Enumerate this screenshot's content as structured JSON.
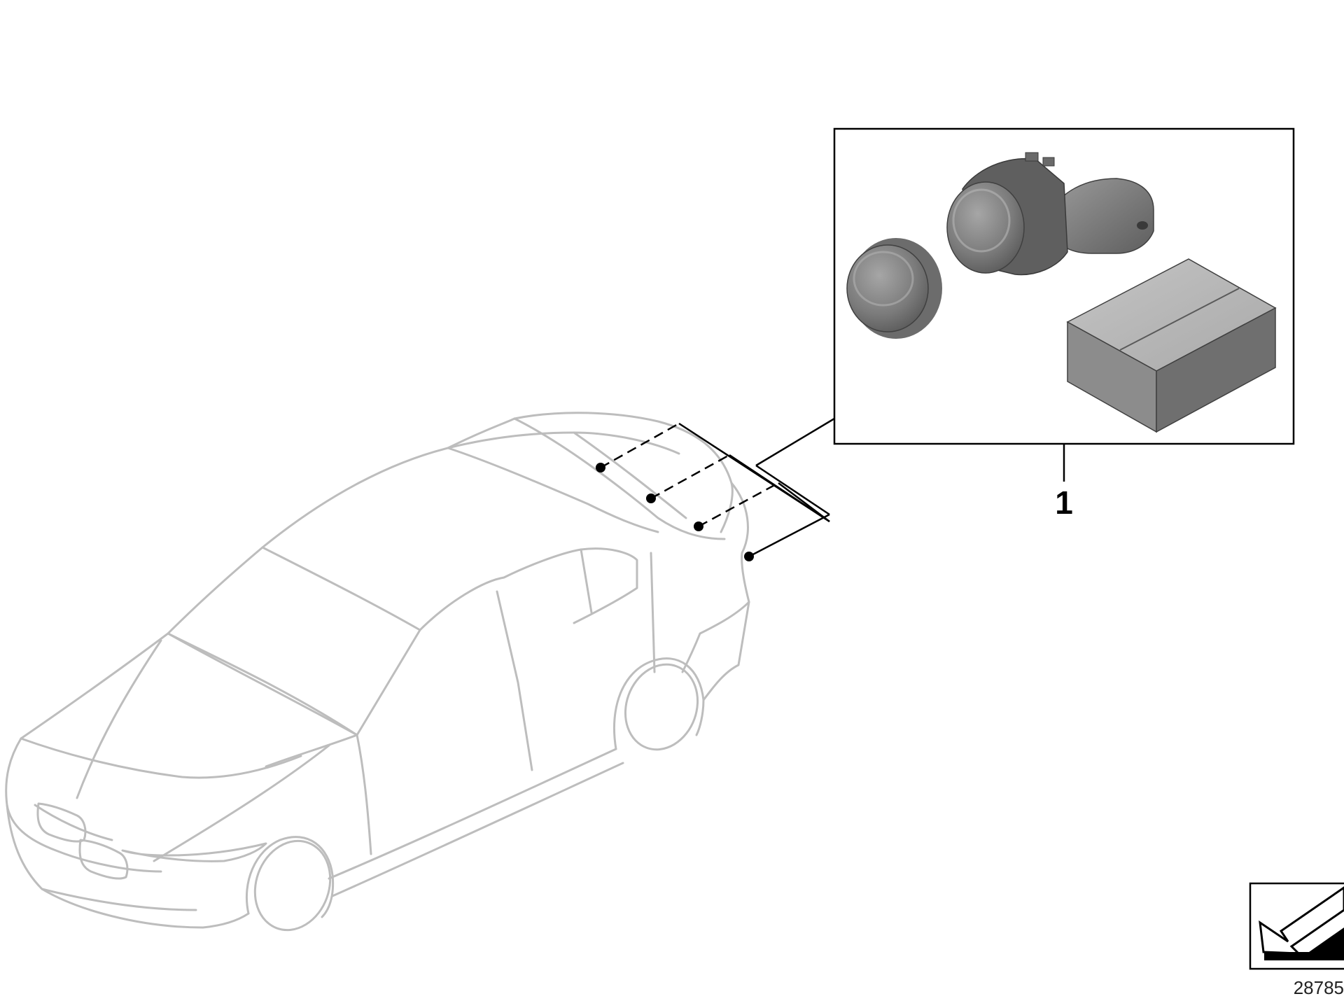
{
  "callouts": [
    {
      "number": "1",
      "part": "parking-sensor-kit"
    }
  ],
  "diagram_id": "28785",
  "icons": [
    "car-outline-icon",
    "ultrasonic-sensor-icon",
    "sensor-ring-icon",
    "package-box-icon",
    "sensor-mount-point-icon",
    "orientation-arrow-icon"
  ],
  "colors": {
    "car_outline": "#bdbdbd",
    "lines": "#000000",
    "part_gray": "#7a7a7a",
    "box_gray": "#8a8a8a"
  }
}
